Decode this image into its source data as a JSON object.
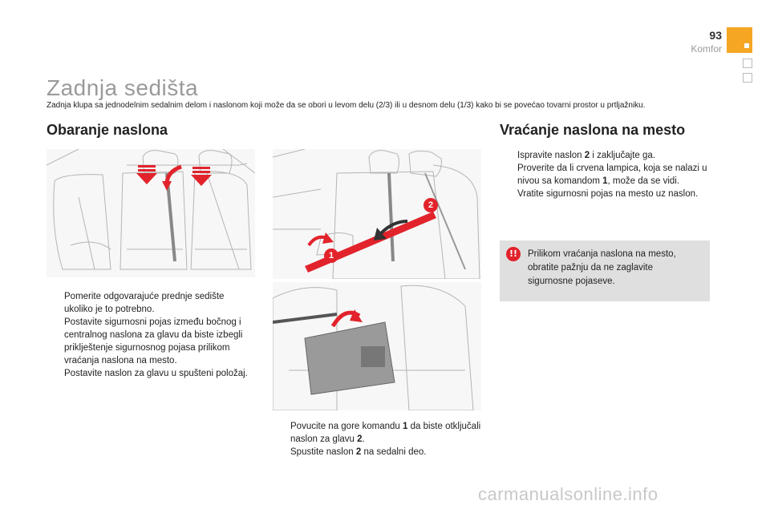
{
  "header": {
    "page_number": "93",
    "section": "Komfor",
    "accent_color": "#f5a623"
  },
  "title": "Zadnja sedišta",
  "intro": "Zadnja klupa sa jednodelnim sedalnim delom i naslonom koji može da se obori u levom delu (2/3) ili u desnom delu (1/3) kako bi se povećao tovarni prostor u prtljažniku.",
  "left": {
    "heading": "Obaranje naslona",
    "bullets": [
      "Pomerite odgovarajuće prednje sedište ukoliko je to potrebno.",
      "Postavite sigurnosni pojas između bočnog i centralnog naslona za glavu da biste izbegli priklještenje sigurnosnog pojasa prilikom vraćanja naslona na mesto.",
      "Postavite naslon za glavu u spušteni položaj."
    ]
  },
  "middle": {
    "callout_1": "1",
    "callout_2": "2",
    "b1_before": "Povucite na gore komandu ",
    "b1_bold": "1",
    "b1_mid": " da biste otključali naslon za glavu ",
    "b1_bold2": "2",
    "b1_after": ".",
    "b2_before": "Spustite naslon ",
    "b2_bold": "2",
    "b2_after": " na sedalni deo."
  },
  "right": {
    "heading": "Vraćanje naslona na mesto",
    "b1_before": "Ispravite naslon ",
    "b1_bold": "2",
    "b1_after": " i zaključajte ga.",
    "b2_before": "Proverite da li crvena lampica, koja se nalazi u nivou sa komandom ",
    "b2_bold": "1",
    "b2_after": ", može da se vidi.",
    "b3": "Vratite sigurnosni pojas na mesto uz naslon.",
    "warning_icon": "exclamation-warning-icon",
    "warning": "Prilikom vraćanja naslona na mesto, obratite pažnju da ne zaglavite sigurnosne pojaseve."
  },
  "bullet_symbol": "",
  "watermark": "carmanualsonline.info",
  "colors": {
    "arrow_red": "#e2232b",
    "title_gray": "#9a9a9a",
    "warning_bg": "#dfdfdf"
  }
}
